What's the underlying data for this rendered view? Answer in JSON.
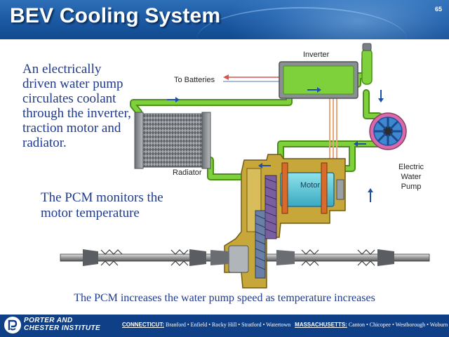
{
  "slide": {
    "title": "BEV Cooling System",
    "number": "65"
  },
  "text": {
    "description": "An electrically driven water pump circulates coolant through the inverter, traction motor and radiator.",
    "pcm_monitor": "The PCM monitors the motor temperature",
    "pcm_speed": "The PCM increases the water pump speed as temperature increases"
  },
  "diagram": {
    "labels": {
      "inverter": "Inverter",
      "to_batteries": "To Batteries",
      "radiator": "Radiator",
      "motor": "Motor",
      "electric_water_pump": "Electric Water Pump"
    },
    "colors": {
      "coolant_pipe": "#7fd13b",
      "flow_arrow": "#1f4fa8",
      "battery_line": "#d9534f",
      "housing": "#c8a73a"
    }
  },
  "footer": {
    "logo_line1": "PORTER AND",
    "logo_line2": "CHESTER INSTITUTE",
    "ct_label": "CONNECTICUT:",
    "ct_locations": "Branford • Enfield • Rocky Hill • Stratford • Watertown",
    "ma_label": "MASSACHUSETTS:",
    "ma_locations": "Canton • Chicopee • Westborough • Woburn"
  }
}
